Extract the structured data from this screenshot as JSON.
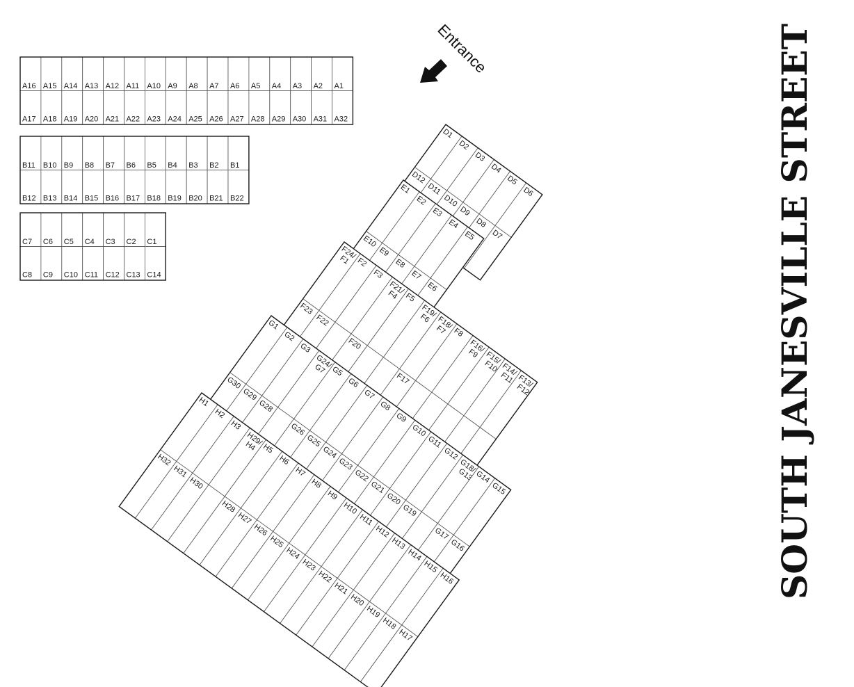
{
  "street_label": "SOUTH JANESVILLE STREET",
  "entrance_label": "Entrance",
  "icons": {
    "entrance_arrow": "arrow-down-left-icon"
  },
  "colors": {
    "line": "#1a1a1a",
    "background": "#ffffff"
  },
  "rows": {
    "A": {
      "top": [
        "A16",
        "A15",
        "A14",
        "A13",
        "A12",
        "A11",
        "A10",
        "A9",
        "A8",
        "A7",
        "A6",
        "A5",
        "A4",
        "A3",
        "A2",
        "A1"
      ],
      "bottom": [
        "A17",
        "A18",
        "A19",
        "A20",
        "A21",
        "A22",
        "A23",
        "A24",
        "A25",
        "A26",
        "A27",
        "A28",
        "A29",
        "A30",
        "A31",
        "A32"
      ]
    },
    "B": {
      "top": [
        "B11",
        "B10",
        "B9",
        "B8",
        "B7",
        "B6",
        "B5",
        "B4",
        "B3",
        "B2",
        "B1"
      ],
      "bottom": [
        "B12",
        "B13",
        "B14",
        "B15",
        "B16",
        "B17",
        "B18",
        "B19",
        "B20",
        "B21",
        "B22"
      ]
    },
    "C": {
      "top": [
        "C7",
        "C6",
        "C5",
        "C4",
        "C3",
        "C2",
        "C1"
      ],
      "bottom": [
        "C8",
        "C9",
        "C10",
        "C11",
        "C12",
        "C13",
        "C14"
      ]
    }
  },
  "blocks": {
    "D": {
      "top": [
        "D1",
        "D2",
        "D3",
        "D4",
        "D5",
        "D6"
      ],
      "bottom": [
        "D12",
        "D11",
        "D10",
        "D9",
        "D8",
        "D7"
      ]
    },
    "E": {
      "top": [
        "E1",
        "E2",
        "E3",
        "E4",
        "E5"
      ],
      "bottom": [
        "E10",
        "E9",
        "E8",
        "E7",
        "E6"
      ]
    },
    "F": {
      "top": [
        "F24/ F1",
        "F2",
        "F3",
        "F21/ F4",
        "F5",
        "F19/ F6",
        "F18/ F7",
        "F8",
        "F16/ F9",
        "F15/ F10",
        "F14/ F11",
        "F13/ F12"
      ],
      "bottom": [
        "F23",
        "F22",
        "",
        "F20",
        "",
        "",
        "F17",
        "",
        "",
        "",
        "",
        ""
      ]
    },
    "G": {
      "top": [
        "G1",
        "G2",
        "G3",
        "G24/ G7",
        "G5",
        "G6",
        "G7",
        "G8",
        "G9",
        "G10",
        "G11",
        "G12",
        "G18/ G13",
        "G14",
        "G15"
      ],
      "bottom": [
        "G30",
        "G29",
        "G28",
        "",
        "G26",
        "G25",
        "G24",
        "G23",
        "G22",
        "G21",
        "G20",
        "G19",
        "",
        "G17",
        "G16"
      ]
    },
    "H": {
      "top": [
        "H1",
        "H2",
        "H3",
        "H29/ H4",
        "H5",
        "H6",
        "H7",
        "H8",
        "H9",
        "H10",
        "H11",
        "H12",
        "H13",
        "H14",
        "H15",
        "H16"
      ],
      "bottom": [
        "H32",
        "H31",
        "H30",
        "",
        "H28",
        "H27",
        "H26",
        "H25",
        "H24",
        "H23",
        "H22",
        "H21",
        "H20",
        "H19",
        "H18",
        "H17"
      ]
    }
  }
}
